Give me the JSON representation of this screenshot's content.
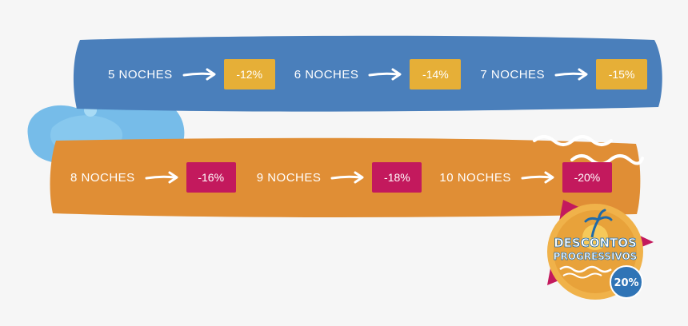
{
  "colors": {
    "blue_band": "#4a7fbb",
    "orange_band": "#e08e35",
    "yellow_badge": "#e6af37",
    "magenta_badge": "#c3195d",
    "light_blue_blob": "#5fb2e6",
    "magenta_triangle": "#c3195d"
  },
  "rows": [
    {
      "items": [
        {
          "label": "5 NOCHES",
          "discount": "-12%"
        },
        {
          "label": "6 NOCHES",
          "discount": "-14%"
        },
        {
          "label": "7 NOCHES",
          "discount": "-15%"
        }
      ]
    },
    {
      "items": [
        {
          "label": "8 NOCHES",
          "discount": "-16%"
        },
        {
          "label": "9 NOCHES",
          "discount": "-18%"
        },
        {
          "label": "10 NOCHES",
          "discount": "-20%"
        }
      ]
    }
  ],
  "badge_logo": {
    "line1": "DESCONTOS",
    "line2": "PROGRESSIVOS",
    "max_discount": "20%"
  },
  "icons": [
    "arrow-right-icon",
    "wave-decoration-icon",
    "blob-decoration-icon",
    "sun-icon",
    "palm-icon"
  ]
}
